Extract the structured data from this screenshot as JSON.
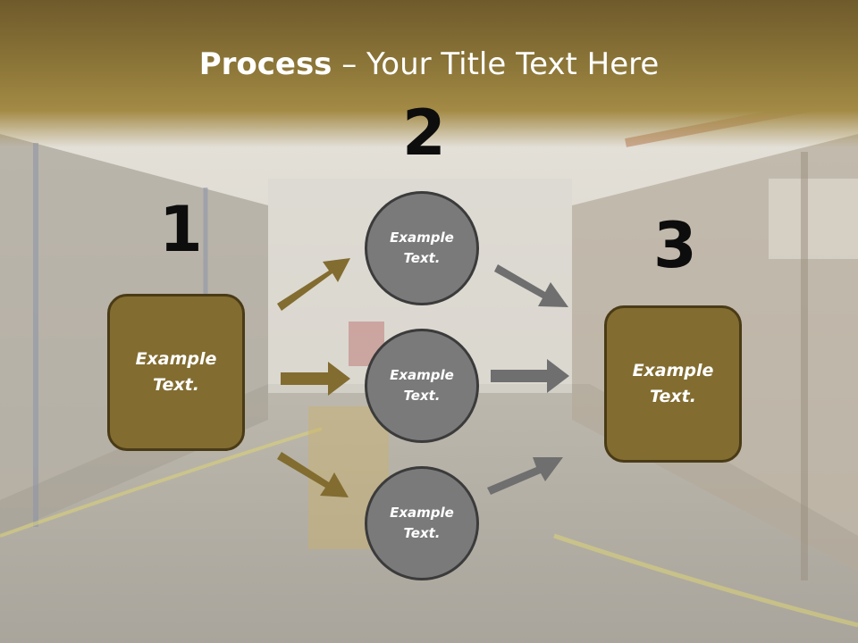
{
  "title": {
    "bold": "Process",
    "rest": " – Your Title Text Here"
  },
  "steps": [
    {
      "number": "1",
      "text": "Example\nText."
    },
    {
      "number": "2"
    },
    {
      "number": "3",
      "text": "Example\nText."
    }
  ],
  "circles": [
    {
      "text": "Example\nText."
    },
    {
      "text": "Example\nText."
    },
    {
      "text": "Example\nText."
    }
  ],
  "colors": {
    "box_fill": "#826c30",
    "circle_fill": "#7a7a7a",
    "arrow_gold": "#826c30",
    "arrow_gray": "#6f6f6f"
  }
}
